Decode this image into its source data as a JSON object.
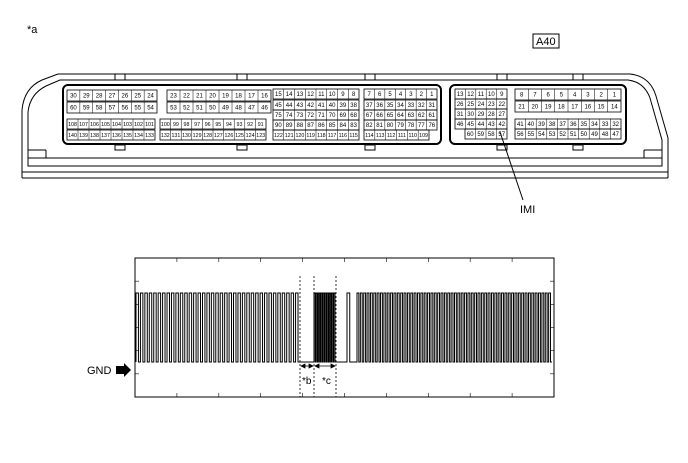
{
  "labels": {
    "star_a": "*a",
    "connector_code": "A40",
    "signal_name": "IMI",
    "gnd": "GND",
    "star_b": "*b",
    "star_c": "*c"
  },
  "connector_a": {
    "rows": [
      [
        30,
        29,
        28,
        27,
        26,
        25,
        24
      ],
      [
        60,
        59,
        58,
        57,
        56,
        55,
        54
      ]
    ],
    "small_rows": [
      [
        108,
        107,
        106,
        105,
        104,
        103,
        102,
        101
      ],
      [
        140,
        139,
        138,
        137,
        136,
        135,
        134,
        133
      ]
    ]
  },
  "connector_b": {
    "rows": [
      [
        23,
        22,
        21,
        20,
        19,
        18,
        17,
        16
      ],
      [
        53,
        52,
        51,
        50,
        49,
        48,
        47,
        46
      ]
    ],
    "small_rows": [
      [
        100,
        99,
        98,
        97,
        96,
        95,
        94,
        93,
        92,
        91
      ],
      [
        132,
        131,
        130,
        129,
        128,
        127,
        126,
        125,
        124,
        123
      ]
    ]
  },
  "connector_c": {
    "rows": [
      [
        15,
        14,
        13,
        12,
        11,
        10,
        9,
        8
      ],
      [
        45,
        44,
        43,
        42,
        41,
        40,
        39,
        38
      ],
      [
        75,
        74,
        73,
        72,
        71,
        70,
        69,
        68
      ],
      [
        90,
        89,
        88,
        87,
        86,
        85,
        84,
        83
      ],
      [
        122,
        121,
        120,
        119,
        118,
        117,
        116,
        115
      ]
    ]
  },
  "connector_d": {
    "rows": [
      [
        7,
        6,
        5,
        4,
        3,
        2,
        1
      ],
      [
        37,
        36,
        35,
        34,
        33,
        32,
        31
      ],
      [
        67,
        66,
        65,
        64,
        63,
        62,
        61
      ],
      [
        82,
        81,
        80,
        79,
        78,
        77,
        76
      ],
      [
        114,
        113,
        112,
        111,
        110,
        109
      ]
    ]
  },
  "connector_e": {
    "rows": [
      [
        13,
        12,
        11,
        10,
        9
      ],
      [
        26,
        25,
        24,
        23,
        22
      ],
      [
        31,
        30,
        29,
        28,
        27
      ],
      [
        46,
        45,
        44,
        43,
        42
      ],
      [
        60,
        59,
        58,
        57
      ]
    ]
  },
  "connector_f": {
    "rows": [
      [
        8,
        7,
        6,
        5,
        4,
        3,
        2,
        1
      ],
      [
        21,
        20,
        19,
        18,
        17,
        16,
        15,
        14
      ],
      [
        41,
        40,
        39,
        38,
        37,
        36,
        35,
        34,
        33,
        32
      ],
      [
        56,
        55,
        54,
        53,
        52,
        51,
        50,
        49,
        48,
        47
      ]
    ]
  },
  "waveform": {
    "segments": [
      {
        "type": "pulses",
        "count": 37
      },
      {
        "type": "gap"
      },
      {
        "type": "pulses",
        "count": 10
      },
      {
        "type": "gap"
      },
      {
        "type": "pulses",
        "count": 1
      },
      {
        "type": "gap_short"
      },
      {
        "type": "pulses",
        "count": 58
      }
    ]
  }
}
